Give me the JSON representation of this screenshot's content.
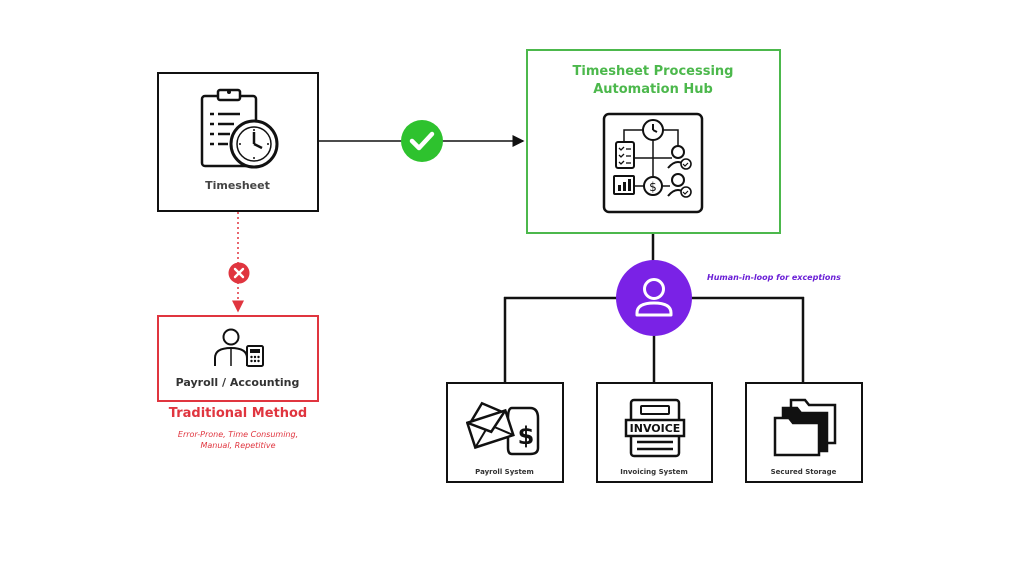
{
  "timesheet": {
    "label": "Timesheet",
    "icon": "clipboard-clock-icon"
  },
  "hub": {
    "title_line1": "Timesheet Processing",
    "title_line2": "Automation Hub",
    "icon": "automation-workflow-icon"
  },
  "payroll_accounting": {
    "label": "Payroll / Accounting",
    "icon": "accountant-calculator-icon"
  },
  "traditional": {
    "title": "Traditional Method",
    "desc_line1": "Error-Prone, Time Consuming,",
    "desc_line2": "Manual, Repetitive"
  },
  "human_in_loop": {
    "label": "Human-in-loop for exceptions",
    "icon": "user-icon"
  },
  "outputs": [
    {
      "label": "Payroll System",
      "icon": "envelope-dollar-icon"
    },
    {
      "label": "Invoicing System",
      "icon": "invoice-icon"
    },
    {
      "label": "Secured Storage",
      "icon": "folders-icon"
    }
  ],
  "invoice_word": "INVOICE",
  "colors": {
    "green": "#4cb84c",
    "check_green": "#2ec22e",
    "red": "#e0353f",
    "purple": "#7a22e6",
    "purple_text": "#6a1fd6",
    "black": "#111111"
  }
}
